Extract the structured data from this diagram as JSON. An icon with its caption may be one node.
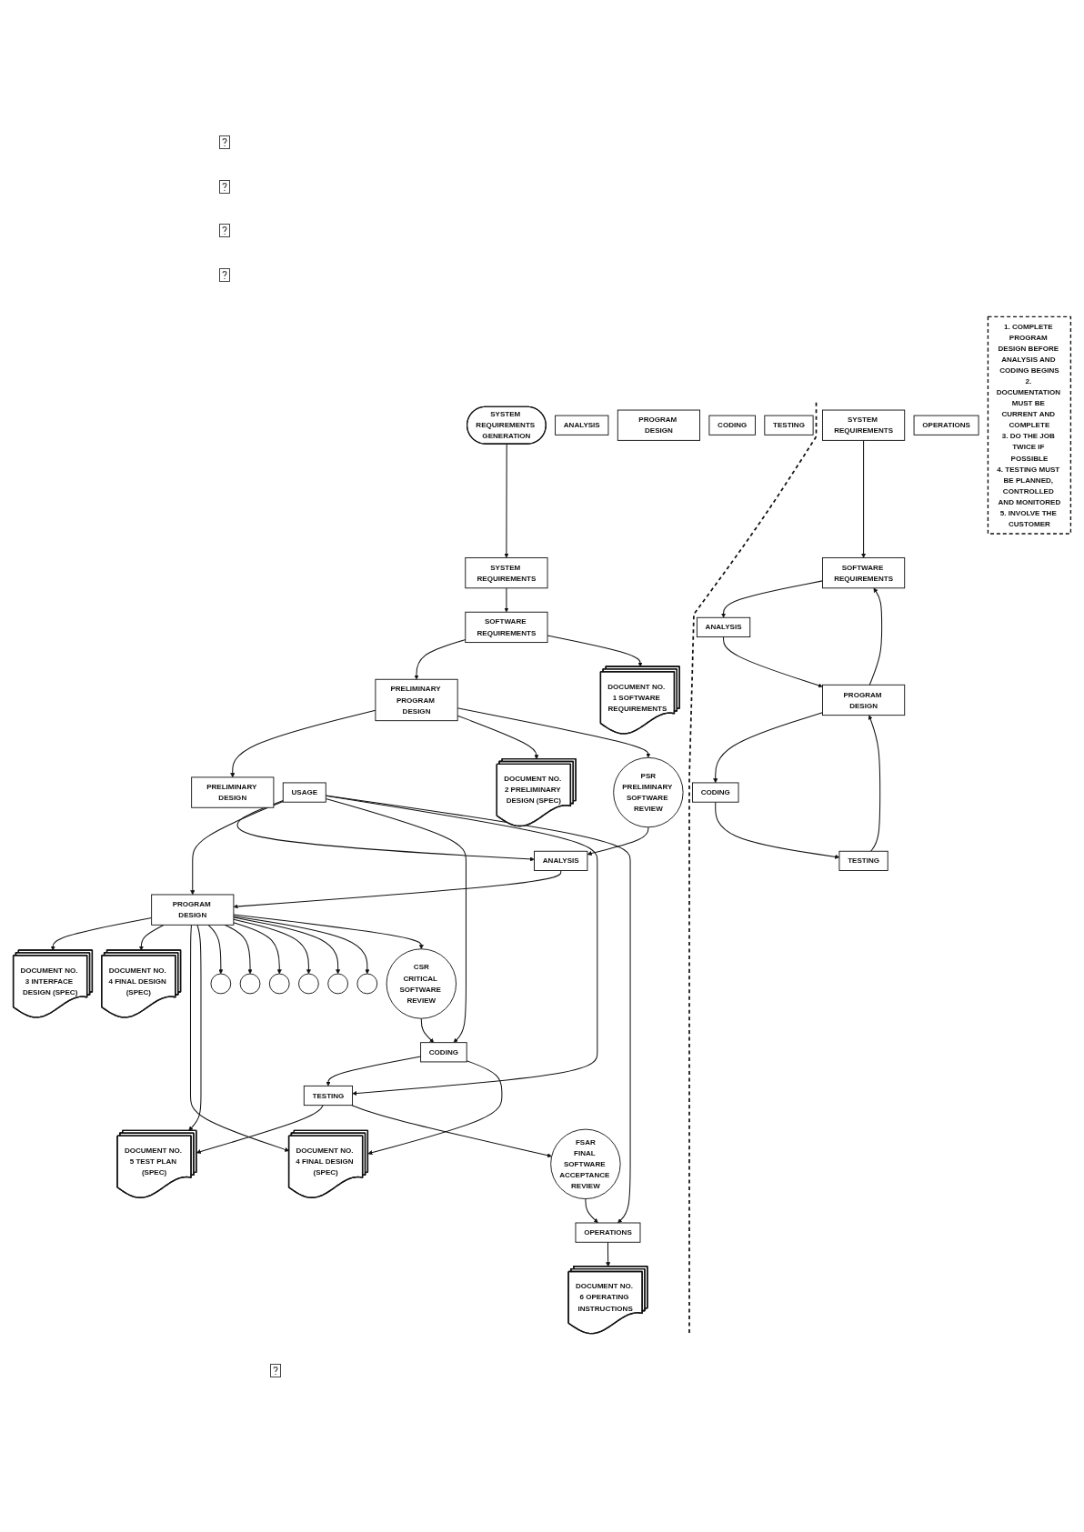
{
  "diagram": {
    "nodes": [
      {
        "text": [
          "SYSTEM REQUIREMENTS GENERATION"
        ]
      },
      {
        "text": [
          "SYSTEM REQUIREMENTS"
        ]
      },
      {
        "text": [
          "SOFTWARE REQUIREMENTS"
        ]
      },
      {
        "text": [
          "PRELIMINARY PROGRAM DESIGN"
        ]
      },
      {
        "text": [
          "PRELIMINARY DESIGN"
        ]
      },
      {
        "text": [
          "ANALYSIS"
        ]
      },
      {
        "text": [
          "PROGRAM DESIGN"
        ]
      },
      {
        "text": [
          "CODING"
        ]
      },
      {
        "text": [
          "TESTING"
        ]
      },
      {
        "text": [
          "USAGE"
        ]
      },
      {
        "text": [
          "DOCUMENT NO. 1 SOFTWARE REQUIREMENTS"
        ]
      },
      {
        "text": [
          "PSR",
          "PRELIMINARY SOFTWARE REVIEW"
        ]
      },
      {
        "text": [
          "ANALYSIS"
        ]
      },
      {
        "text": [
          "DOCUMENT NO. 2 PRELIMINARY DESIGN (SPEC)"
        ]
      },
      {
        "text": [
          "PROGRAM DESIGN"
        ]
      },
      {
        "text": [],
        "shape": "circle"
      },
      {
        "text": [],
        "shape": "circle"
      },
      {
        "text": [],
        "shape": "circle"
      },
      {
        "text": [],
        "shape": "circle"
      },
      {
        "text": [],
        "shape": "circle"
      },
      {
        "text": [],
        "shape": "circle"
      },
      {
        "text": [
          "CSR",
          "CRITICAL SOFTWARE REVIEW"
        ]
      },
      {
        "text": [
          "CODING"
        ]
      },
      {
        "text": [
          "DOCUMENT NO. 3 INTERFACE DESIGN (SPEC)"
        ]
      },
      {
        "text": [
          "TESTING"
        ]
      },
      {
        "text": [
          "DOCUMENT NO. 4 FINAL DESIGN (SPEC)"
        ]
      },
      {
        "text": [
          "OPERATIONS"
        ]
      },
      {
        "text": [
          "FSAR",
          "FINAL SOFTWARE ACCEPTANCE REVIEW"
        ]
      },
      {
        "text": [
          "DOCUMENT NO. 4 FINAL DESIGN (SPEC)"
        ]
      },
      {
        "text": [
          "DOCUMENT NO. 5 TEST PLAN (SPEC)"
        ]
      },
      {
        "text": [
          "DOCUMENT NO. 6 OPERATING INSTRUCTIONS"
        ]
      },
      {
        "text": [
          "SYSTEM REQUIREMENTS"
        ]
      },
      {
        "text": [
          "SOFTWARE REQUIREMENTS"
        ]
      },
      {
        "text": [
          "ANALYSIS"
        ]
      },
      {
        "text": [
          "PROGRAM DESIGN"
        ]
      },
      {
        "text": [
          "CODING"
        ]
      },
      {
        "text": [
          "TESTING"
        ]
      },
      {
        "text": [
          "OPERATIONS"
        ]
      },
      {
        "text": [
          "1. COMPLETE PROGRAM DESIGN BEFORE ANALYSIS AND CODING BEGINS",
          "2. DOCUMENTATION MUST BE CURRENT AND COMPLETE",
          "3. DO THE JOB TWICE IF POSSIBLE",
          "4. TESTING MUST BE PLANNED, CONTROLLED AND MONITORED",
          "5. INVOLVE THE CUSTOMER"
        ]
      }
    ],
    "edges": [
      {
        "from": 0,
        "to": 1,
        "arrow": "to"
      },
      {
        "from": 1,
        "to": 2,
        "arrow": "to"
      },
      {
        "from": 2,
        "to": 3,
        "arrow": "to"
      },
      {
        "from": 2,
        "to": 10,
        "arrow": "to"
      },
      {
        "from": 3,
        "to": 4,
        "arrow": "to"
      },
      {
        "from": 3,
        "to": 13,
        "arrow": "to"
      },
      {
        "from": 3,
        "to": 11,
        "arrow": "to"
      },
      {
        "from": 11,
        "to": 12,
        "arrow": "to"
      },
      {
        "from": 9,
        "to": 12,
        "arrow": "to"
      },
      {
        "from": 12,
        "to": 14,
        "arrow": "to"
      },
      {
        "from": 9,
        "to": 14,
        "arrow": "to"
      },
      {
        "from": 14,
        "to": 23,
        "arrow": "to"
      },
      {
        "from": 14,
        "to": 25,
        "arrow": "to"
      },
      {
        "from": 14,
        "to": 28,
        "arrow": "to"
      },
      {
        "from": 14,
        "to": 29,
        "arrow": "to"
      },
      {
        "from": 14,
        "to": 15,
        "arrow": "to"
      },
      {
        "from": 14,
        "to": 16,
        "arrow": "to"
      },
      {
        "from": 14,
        "to": 17,
        "arrow": "to"
      },
      {
        "from": 14,
        "to": 18,
        "arrow": "to"
      },
      {
        "from": 14,
        "to": 19,
        "arrow": "to"
      },
      {
        "from": 14,
        "to": 20,
        "arrow": "to"
      },
      {
        "from": 14,
        "to": 21,
        "arrow": "to"
      },
      {
        "from": 21,
        "to": 22,
        "arrow": "to"
      },
      {
        "from": 9,
        "to": 22,
        "arrow": "to"
      },
      {
        "from": 22,
        "to": 24,
        "arrow": "to"
      },
      {
        "from": 9,
        "to": 24,
        "arrow": "to"
      },
      {
        "from": 9,
        "to": 26,
        "arrow": "to"
      },
      {
        "from": 22,
        "to": 28,
        "arrow": "to"
      },
      {
        "from": 24,
        "to": 29,
        "arrow": "to"
      },
      {
        "from": 24,
        "to": 27,
        "arrow": "to"
      },
      {
        "from": 27,
        "to": 26,
        "arrow": "to"
      },
      {
        "from": 26,
        "to": 30,
        "arrow": "to"
      },
      {
        "from": 31,
        "to": 32,
        "arrow": "to"
      },
      {
        "from": 32,
        "to": 33,
        "arrow": "to"
      },
      {
        "from": 33,
        "to": 34,
        "arrow": "to"
      },
      {
        "from": 34,
        "to": 35,
        "arrow": "to"
      },
      {
        "from": 35,
        "to": 36,
        "arrow": "to"
      },
      {
        "from": 36,
        "to": 34,
        "arrow": "to"
      },
      {
        "from": 34,
        "to": 32,
        "arrow": "to"
      }
    ]
  }
}
